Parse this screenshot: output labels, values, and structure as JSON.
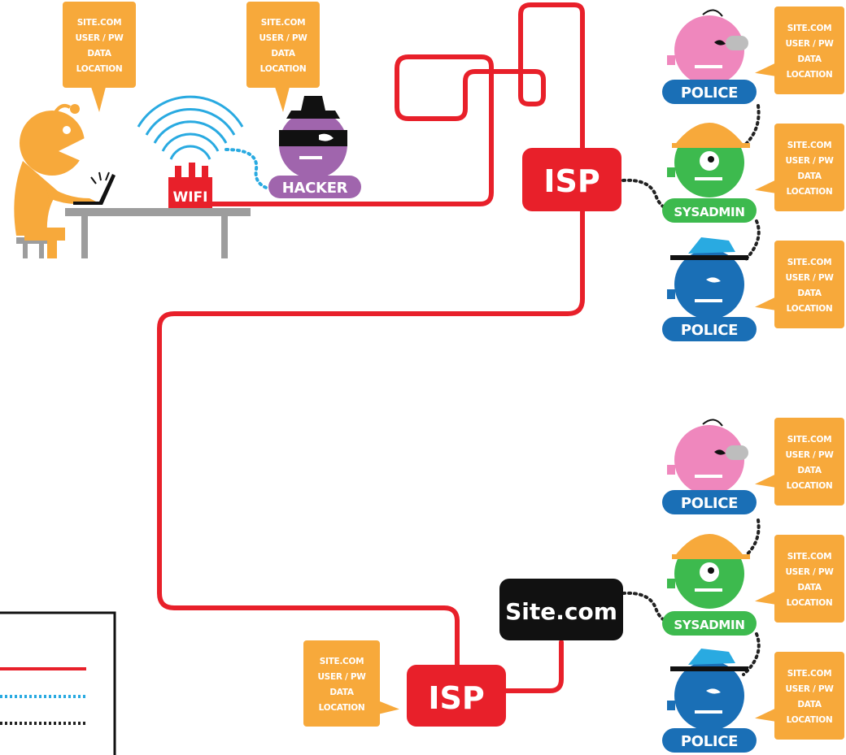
{
  "bubble_lines": [
    "SITE.COM",
    "USER / PW",
    "DATA",
    "LOCATION"
  ],
  "nodes": {
    "wifi": "WIFI",
    "hacker": "HACKER",
    "isp_top": "ISP",
    "isp_bottom": "ISP",
    "site": "Site.com"
  },
  "observers": {
    "top": [
      {
        "label": "POLICE",
        "kind": "police-pink"
      },
      {
        "label": "SYSADMIN",
        "kind": "sysadmin"
      },
      {
        "label": "POLICE",
        "kind": "police-blue"
      }
    ],
    "bottom": [
      {
        "label": "POLICE",
        "kind": "police-pink"
      },
      {
        "label": "SYSADMIN",
        "kind": "sysadmin"
      },
      {
        "label": "POLICE",
        "kind": "police-blue"
      }
    ]
  },
  "colors": {
    "connection_red": "#e8202a",
    "wifi_blue": "#29aae1",
    "bubble_orange": "#f7a93b",
    "user_orange": "#f7a93b",
    "hacker_purple": "#a065ad",
    "police_pink": "#ef87bd",
    "sysadmin_green": "#3dba4e",
    "police_blue": "#1a6fb6",
    "pill_blue": "#1a6fb6",
    "pill_green": "#3dba4e",
    "site_black": "#111111",
    "desk_gray": "#9d9d9d"
  },
  "legend": {
    "lines": [
      "solid-red",
      "dotted-blue",
      "dotted-black"
    ]
  }
}
